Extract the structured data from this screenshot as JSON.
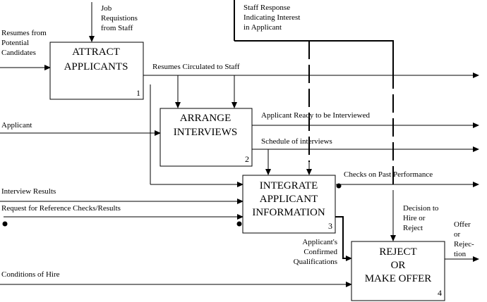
{
  "boxes": [
    {
      "id": "attract",
      "lines": [
        "ATTRACT",
        "APPLICANTS"
      ],
      "number": "1"
    },
    {
      "id": "arrange",
      "lines": [
        "ARRANGE",
        "INTERVIEWS"
      ],
      "number": "2"
    },
    {
      "id": "integrate",
      "lines": [
        "INTEGRATE",
        "APPLICANT",
        "INFORMATION"
      ],
      "number": "3"
    },
    {
      "id": "reject",
      "lines": [
        "REJECT",
        "OR",
        "MAKE OFFER"
      ],
      "number": "4"
    }
  ],
  "labels": {
    "job_req": [
      "Job",
      "Requistions",
      "from Staff"
    ],
    "staff_response": [
      "Staff Response",
      "Indicating Interest",
      "in Applicant"
    ],
    "resumes_from": [
      "Resumes from",
      "Potential",
      "Candidates"
    ],
    "resumes_circulated": "Resumes Circulated to Staff",
    "applicant": "Applicant",
    "applicant_ready": "Applicant Ready to be Interviewed",
    "schedule": "Schedule of interviews",
    "checks": "Checks on Past Performance",
    "interview_results": "Interview Results",
    "request_ref": "Request for Reference Checks/Results",
    "decision": [
      "Decision to",
      "Hire or",
      "Reject"
    ],
    "confirmed": [
      "Applicant's",
      "Confirmed",
      "Qualifications"
    ],
    "offer": [
      "Offer",
      "or",
      "Rejec-",
      "tion"
    ],
    "conditions": "Conditions of Hire"
  }
}
